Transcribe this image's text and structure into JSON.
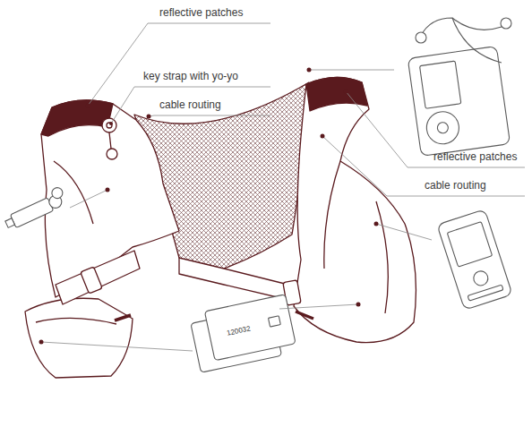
{
  "diagram": {
    "labels": [
      "reflective patches",
      "key strap with yo-yo",
      "cable routing",
      "reflective patches",
      "cable routing",
      "120032"
    ]
  }
}
